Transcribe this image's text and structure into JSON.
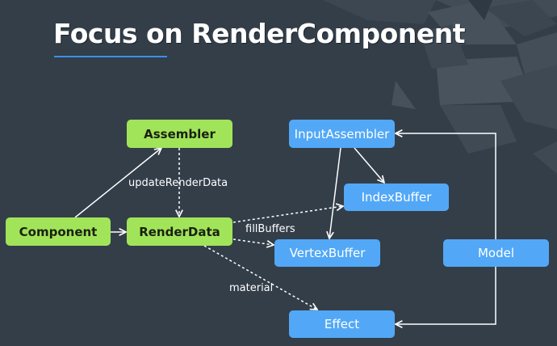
{
  "slide": {
    "title": "Focus on RenderComponent",
    "accent_color": "#3d8fe6",
    "background_color": "#333e49"
  },
  "diagram": {
    "nodes": [
      {
        "id": "assembler",
        "label": "Assembler",
        "group": "component-side"
      },
      {
        "id": "component",
        "label": "Component",
        "group": "component-side"
      },
      {
        "id": "renderdata",
        "label": "RenderData",
        "group": "component-side"
      },
      {
        "id": "inputassembler",
        "label": "InputAssembler",
        "group": "renderer-side"
      },
      {
        "id": "indexbuffer",
        "label": "IndexBuffer",
        "group": "renderer-side"
      },
      {
        "id": "vertexbuffer",
        "label": "VertexBuffer",
        "group": "renderer-side"
      },
      {
        "id": "model",
        "label": "Model",
        "group": "renderer-side"
      },
      {
        "id": "effect",
        "label": "Effect",
        "group": "renderer-side"
      }
    ],
    "edges": [
      {
        "from": "component",
        "to": "assembler",
        "style": "solid",
        "label": ""
      },
      {
        "from": "component",
        "to": "renderdata",
        "style": "solid",
        "label": ""
      },
      {
        "from": "assembler",
        "to": "renderdata",
        "style": "dashed",
        "label": "updateRenderData"
      },
      {
        "from": "renderdata",
        "to": "indexbuffer",
        "style": "dashed",
        "label": "fillBuffers"
      },
      {
        "from": "renderdata",
        "to": "vertexbuffer",
        "style": "dashed",
        "label": "fillBuffers"
      },
      {
        "from": "renderdata",
        "to": "effect",
        "style": "dashed",
        "label": "material"
      },
      {
        "from": "inputassembler",
        "to": "indexbuffer",
        "style": "solid",
        "label": ""
      },
      {
        "from": "inputassembler",
        "to": "vertexbuffer",
        "style": "solid",
        "label": ""
      },
      {
        "from": "model",
        "to": "inputassembler",
        "style": "solid",
        "label": ""
      },
      {
        "from": "model",
        "to": "effect",
        "style": "solid",
        "label": ""
      }
    ],
    "edge_labels": {
      "update": "updateRenderData",
      "fill": "fillBuffers",
      "material": "material"
    },
    "colors": {
      "component_side": "#a1e45a",
      "renderer_side": "#52a8f6",
      "edge": "#ffffff"
    }
  }
}
